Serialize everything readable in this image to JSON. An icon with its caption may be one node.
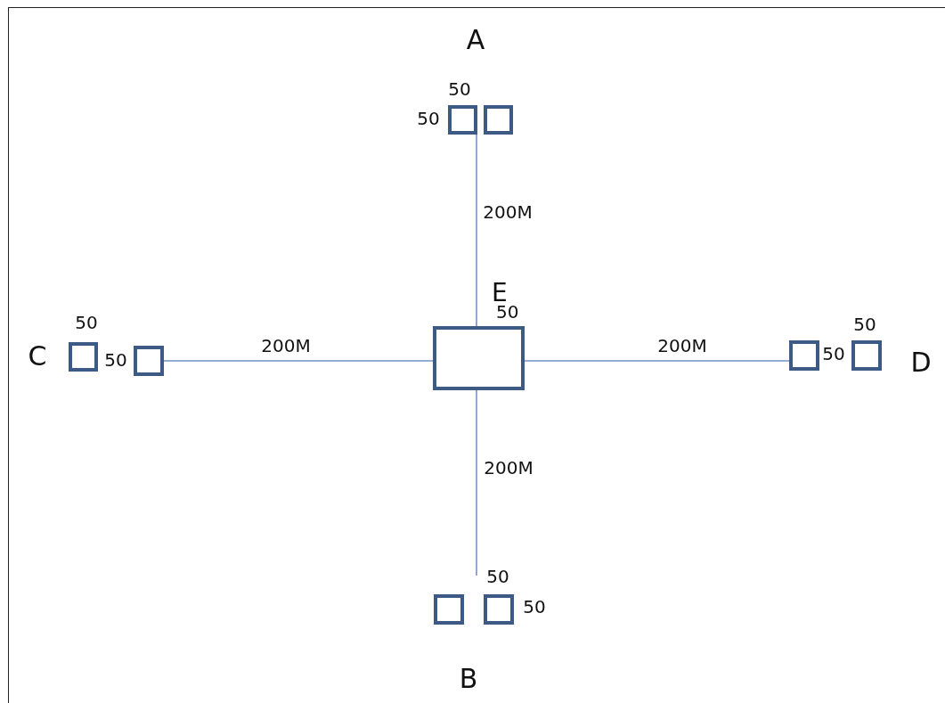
{
  "diagram": {
    "nodes": [
      {
        "text": [],
        "shape": "box"
      },
      {
        "text": [],
        "shape": "box"
      },
      {
        "text": [],
        "shape": "box"
      },
      {
        "text": [],
        "shape": "box"
      },
      {
        "text": [
          "E"
        ],
        "beside": [
          "50"
        ]
      },
      {
        "text": [],
        "shape": "box"
      },
      {
        "text": [],
        "shape": "box"
      },
      {
        "text": [],
        "shape": "box"
      },
      {
        "text": [],
        "shape": "box"
      }
    ],
    "edges": [
      {
        "from": 0,
        "to": 4,
        "arrow": "none",
        "label": "200M"
      },
      {
        "from": 4,
        "to": null,
        "arrow": "none",
        "label": "200M"
      },
      {
        "from": 3,
        "to": 4,
        "arrow": "none",
        "label": "200M"
      },
      {
        "from": 4,
        "to": 5,
        "arrow": "none",
        "label": "200M"
      }
    ],
    "labels": [
      "A",
      "50",
      "50",
      "C",
      "50",
      "50",
      "50",
      "50",
      "D",
      "50",
      "50",
      "B"
    ]
  }
}
